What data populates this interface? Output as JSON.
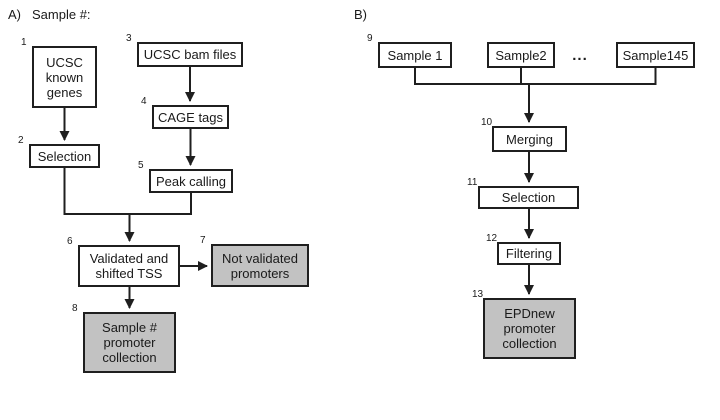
{
  "panelA": {
    "label": "A)",
    "subtitle": "Sample #:",
    "nodes": {
      "ucsc_known_genes": {
        "number": "1",
        "label": "UCSC known genes"
      },
      "selection": {
        "number": "2",
        "label": "Selection"
      },
      "ucsc_bam_files": {
        "number": "3",
        "label": "UCSC bam files"
      },
      "cage_tags": {
        "number": "4",
        "label": "CAGE tags"
      },
      "peak_calling": {
        "number": "5",
        "label": "Peak calling"
      },
      "validated_shifted_tss": {
        "number": "6",
        "label": "Validated and shifted TSS"
      },
      "not_validated_promoters": {
        "number": "7",
        "label": "Not validated promoters"
      },
      "sample_promoter_collection": {
        "number": "8",
        "label": "Sample # promoter collection"
      }
    },
    "edges": [
      "UCSC known genes -> Selection",
      "UCSC bam files -> CAGE tags",
      "CAGE tags -> Peak calling",
      "Selection + Peak calling -> Validated and shifted TSS",
      "Validated and shifted TSS -> Not validated promoters",
      "Validated and shifted TSS -> Sample # promoter collection"
    ]
  },
  "panelB": {
    "label": "B)",
    "ellipsis": "...",
    "nodes": {
      "sample1": {
        "number": "9",
        "label": "Sample 1"
      },
      "sample2": {
        "label": "Sample2"
      },
      "sample145": {
        "label": "Sample145"
      },
      "merging": {
        "number": "10",
        "label": "Merging"
      },
      "selection": {
        "number": "11",
        "label": "Selection"
      },
      "filtering": {
        "number": "12",
        "label": "Filtering"
      },
      "epdnew_promoter_collection": {
        "number": "13",
        "label": "EPDnew promoter collection"
      }
    },
    "edges": [
      "Sample 1 + Sample2 + ... + Sample145 -> Merging",
      "Merging -> Selection",
      "Selection -> Filtering",
      "Filtering -> EPDnew promoter collection"
    ]
  },
  "colors": {
    "box_border": "#1f1f1f",
    "shaded_fill": "#c2c2c2",
    "background": "#ffffff",
    "text": "#1a1a1a"
  }
}
